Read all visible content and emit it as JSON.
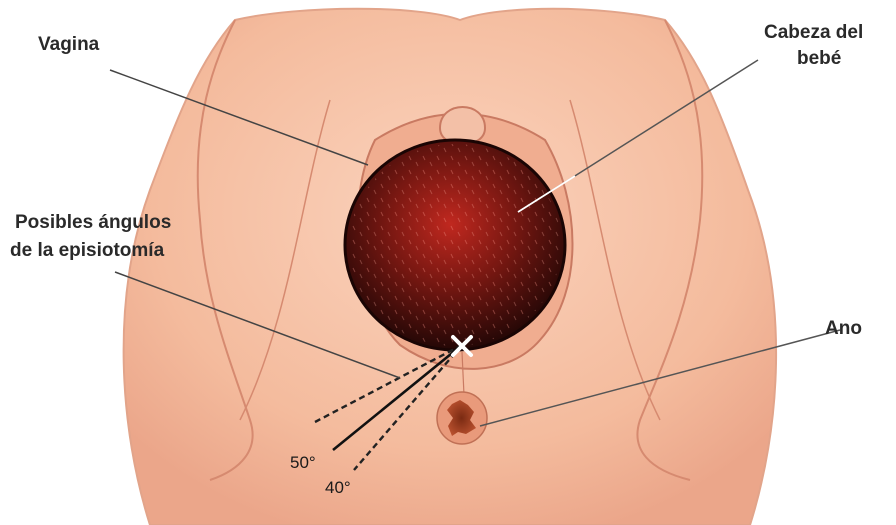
{
  "labels": {
    "vagina": "Vagina",
    "head_line1": "Cabeza del",
    "head_line2": "bebé",
    "angles_line1": "Posibles ángulos",
    "angles_line2": "de la episiotomía",
    "anus": "Ano"
  },
  "angles": {
    "a50": "50°",
    "a40": "40°"
  },
  "colors": {
    "skin": "#f6c0a3",
    "skin_shadow": "#e39a80",
    "head_dark": "#2a0a08",
    "head_mid": "#6a1410",
    "head_light": "#b8231c",
    "outline": "#c97a62",
    "anus": "#9c3a1c"
  }
}
